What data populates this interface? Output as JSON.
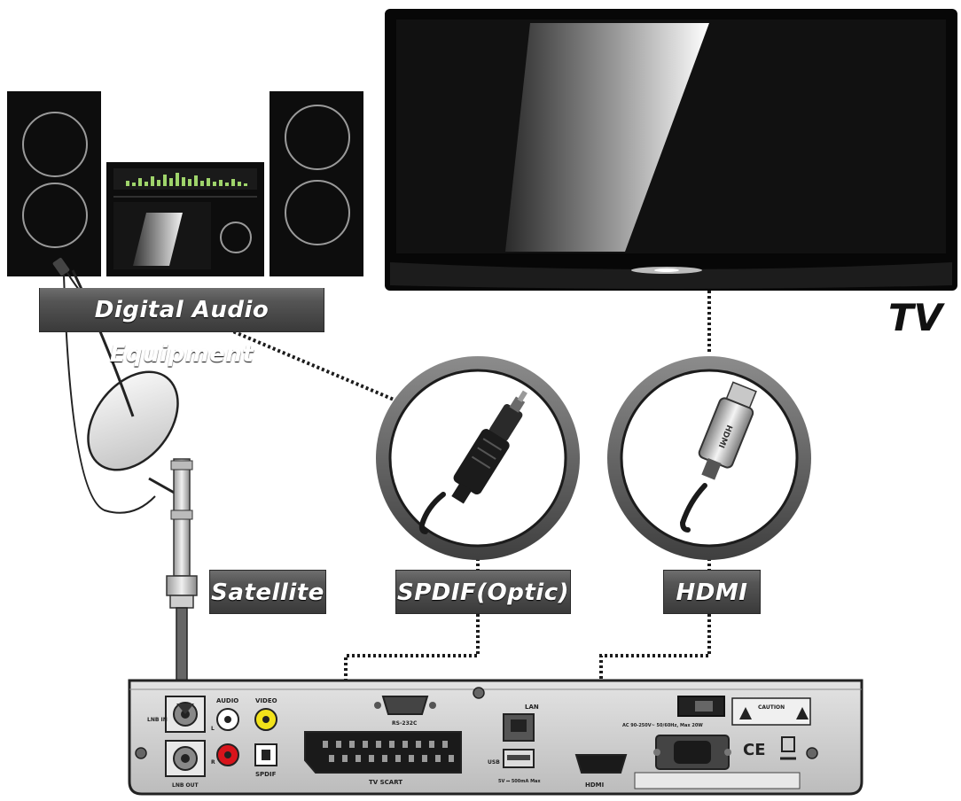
{
  "labels": {
    "digital_audio": "Digital Audio Equipment",
    "tv": "TV",
    "satellite": "Satellite",
    "spdif": "SPDIF(Optic)",
    "hdmi": "HDMI"
  },
  "panel": {
    "lnb_in": "LNB IN",
    "lnb_out": "LNB OUT",
    "audio": "AUDIO",
    "audio_l": "L",
    "audio_r": "R",
    "video": "VIDEO",
    "spdif": "SPDIF",
    "rs232": "RS-232C",
    "tv_scart": "TV SCART",
    "lan": "LAN",
    "usb": "USB",
    "usb_rating": "5V ⎓ 500mA Max",
    "hdmi": "HDMI",
    "ac_rating": "AC 90-250V~ 50/60Hz, Max 20W",
    "caution": "CAUTION",
    "ce": "CE"
  },
  "colors": {
    "outline": "#111111",
    "screen": "#0b0b0b",
    "panel": "#cfcfcf",
    "tag": "#4a4a4a",
    "eq_green": "#9fd46b",
    "rca_white": "#ffffff",
    "rca_red": "#d8141b",
    "rca_yellow": "#f2e21a"
  },
  "icons": {
    "speaker": "speaker-icon",
    "stereo": "stereo-unit-icon",
    "tv": "tv-icon",
    "dish": "satellite-dish-icon",
    "optical_plug": "optical-plug-icon",
    "hdmi_plug": "hdmi-plug-icon",
    "receiver": "receiver-back-panel-icon"
  }
}
